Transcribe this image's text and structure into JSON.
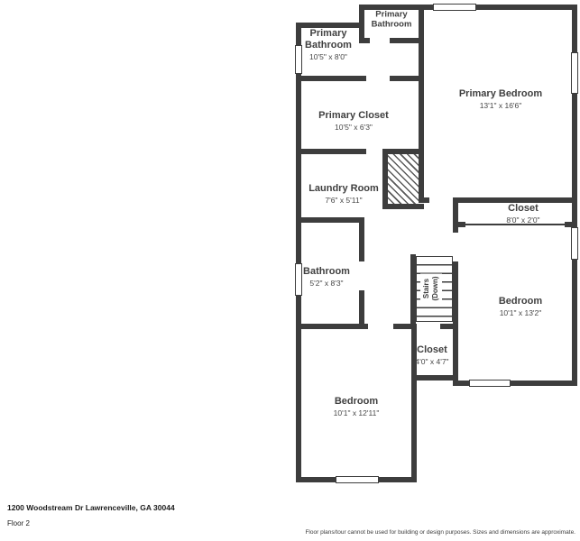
{
  "colors": {
    "wall": "#3d3d3d",
    "room_fill": "#ffffff",
    "label_text": "#3f3f3f",
    "background": "#ffffff"
  },
  "rooms": [
    {
      "id": "primary-bathroom-upper",
      "name": "Primary Bathroom",
      "dims": ""
    },
    {
      "id": "primary-bathroom",
      "name": "Primary Bathroom",
      "dims": "10'5\" x 8'0\""
    },
    {
      "id": "primary-bedroom",
      "name": "Primary Bedroom",
      "dims": "13'1\" x 16'6\""
    },
    {
      "id": "primary-closet",
      "name": "Primary Closet",
      "dims": "10'5\" x 6'3\""
    },
    {
      "id": "laundry-room",
      "name": "Laundry Room",
      "dims": "7'6\" x 5'11\""
    },
    {
      "id": "closet-upper",
      "name": "Closet",
      "dims": "8'0\" x 2'0\""
    },
    {
      "id": "bathroom",
      "name": "Bathroom",
      "dims": "5'2\" x 8'3\""
    },
    {
      "id": "bedroom-right",
      "name": "Bedroom",
      "dims": "10'1\" x 13'2\""
    },
    {
      "id": "closet-lower",
      "name": "Closet",
      "dims": "4'0\" x 4'7\""
    },
    {
      "id": "bedroom-bottom",
      "name": "Bedroom",
      "dims": "10'1\" x 12'11\""
    }
  ],
  "stairs": {
    "line1": "Stairs",
    "line2": "(Down)"
  },
  "footer": {
    "address": "1200 Woodstream Dr Lawrenceville, GA 30044",
    "floor": "Floor 2",
    "disclaimer": "Floor plans/tour cannot be used for building or design purposes. Sizes and dimensions are approximate."
  }
}
